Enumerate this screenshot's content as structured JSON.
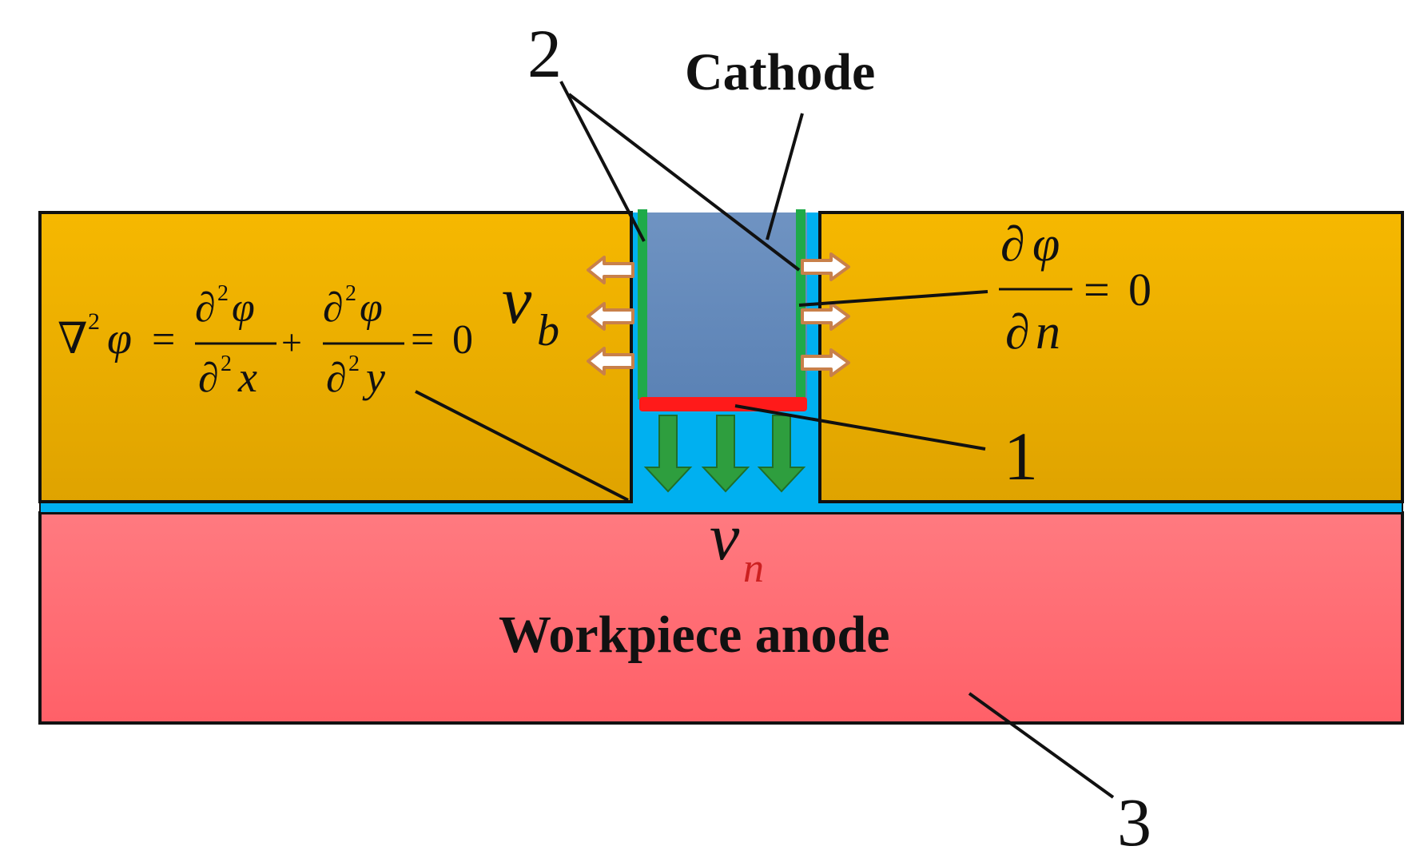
{
  "labels": {
    "cathode": "Cathode",
    "workpiece": "Workpiece anode",
    "num1": "1",
    "num2": "2",
    "num3": "3"
  },
  "equations": {
    "laplace": {
      "nabla": "∇",
      "sup2": "2",
      "phi": "φ",
      "equals": "=",
      "partial": "∂",
      "x": "x",
      "y": "y",
      "plus": "+",
      "zero": "0"
    },
    "boundary": {
      "partial": "∂",
      "phi": "φ",
      "n": "n",
      "equals": "=",
      "zero": "0"
    }
  },
  "velocities": {
    "vb_base": "v",
    "vb_sub": "b",
    "vn_base": "v",
    "vn_sub": "n"
  },
  "colors": {
    "insulator_top": "#f6b800",
    "insulator_bottom": "#dfa300",
    "electrolyte": "#00b0f0",
    "cathode_top": "#6f93c2",
    "cathode_bottom": "#5b82b5",
    "side_insulation": "#1faa4a",
    "front_face": "#ff1a1a",
    "workpiece_top": "#ff7a80",
    "workpiece_bottom": "#ff6068",
    "feed_arrow": "#2e9e3e",
    "side_arrow_fill": "#ffffff",
    "side_arrow_stroke": "#c8804a",
    "outline": "#111111"
  },
  "icons": {
    "feed_arrows": "arrow-down-icon",
    "side_arrows_left": "arrow-left-outline-icon",
    "side_arrows_right": "arrow-right-outline-icon"
  }
}
